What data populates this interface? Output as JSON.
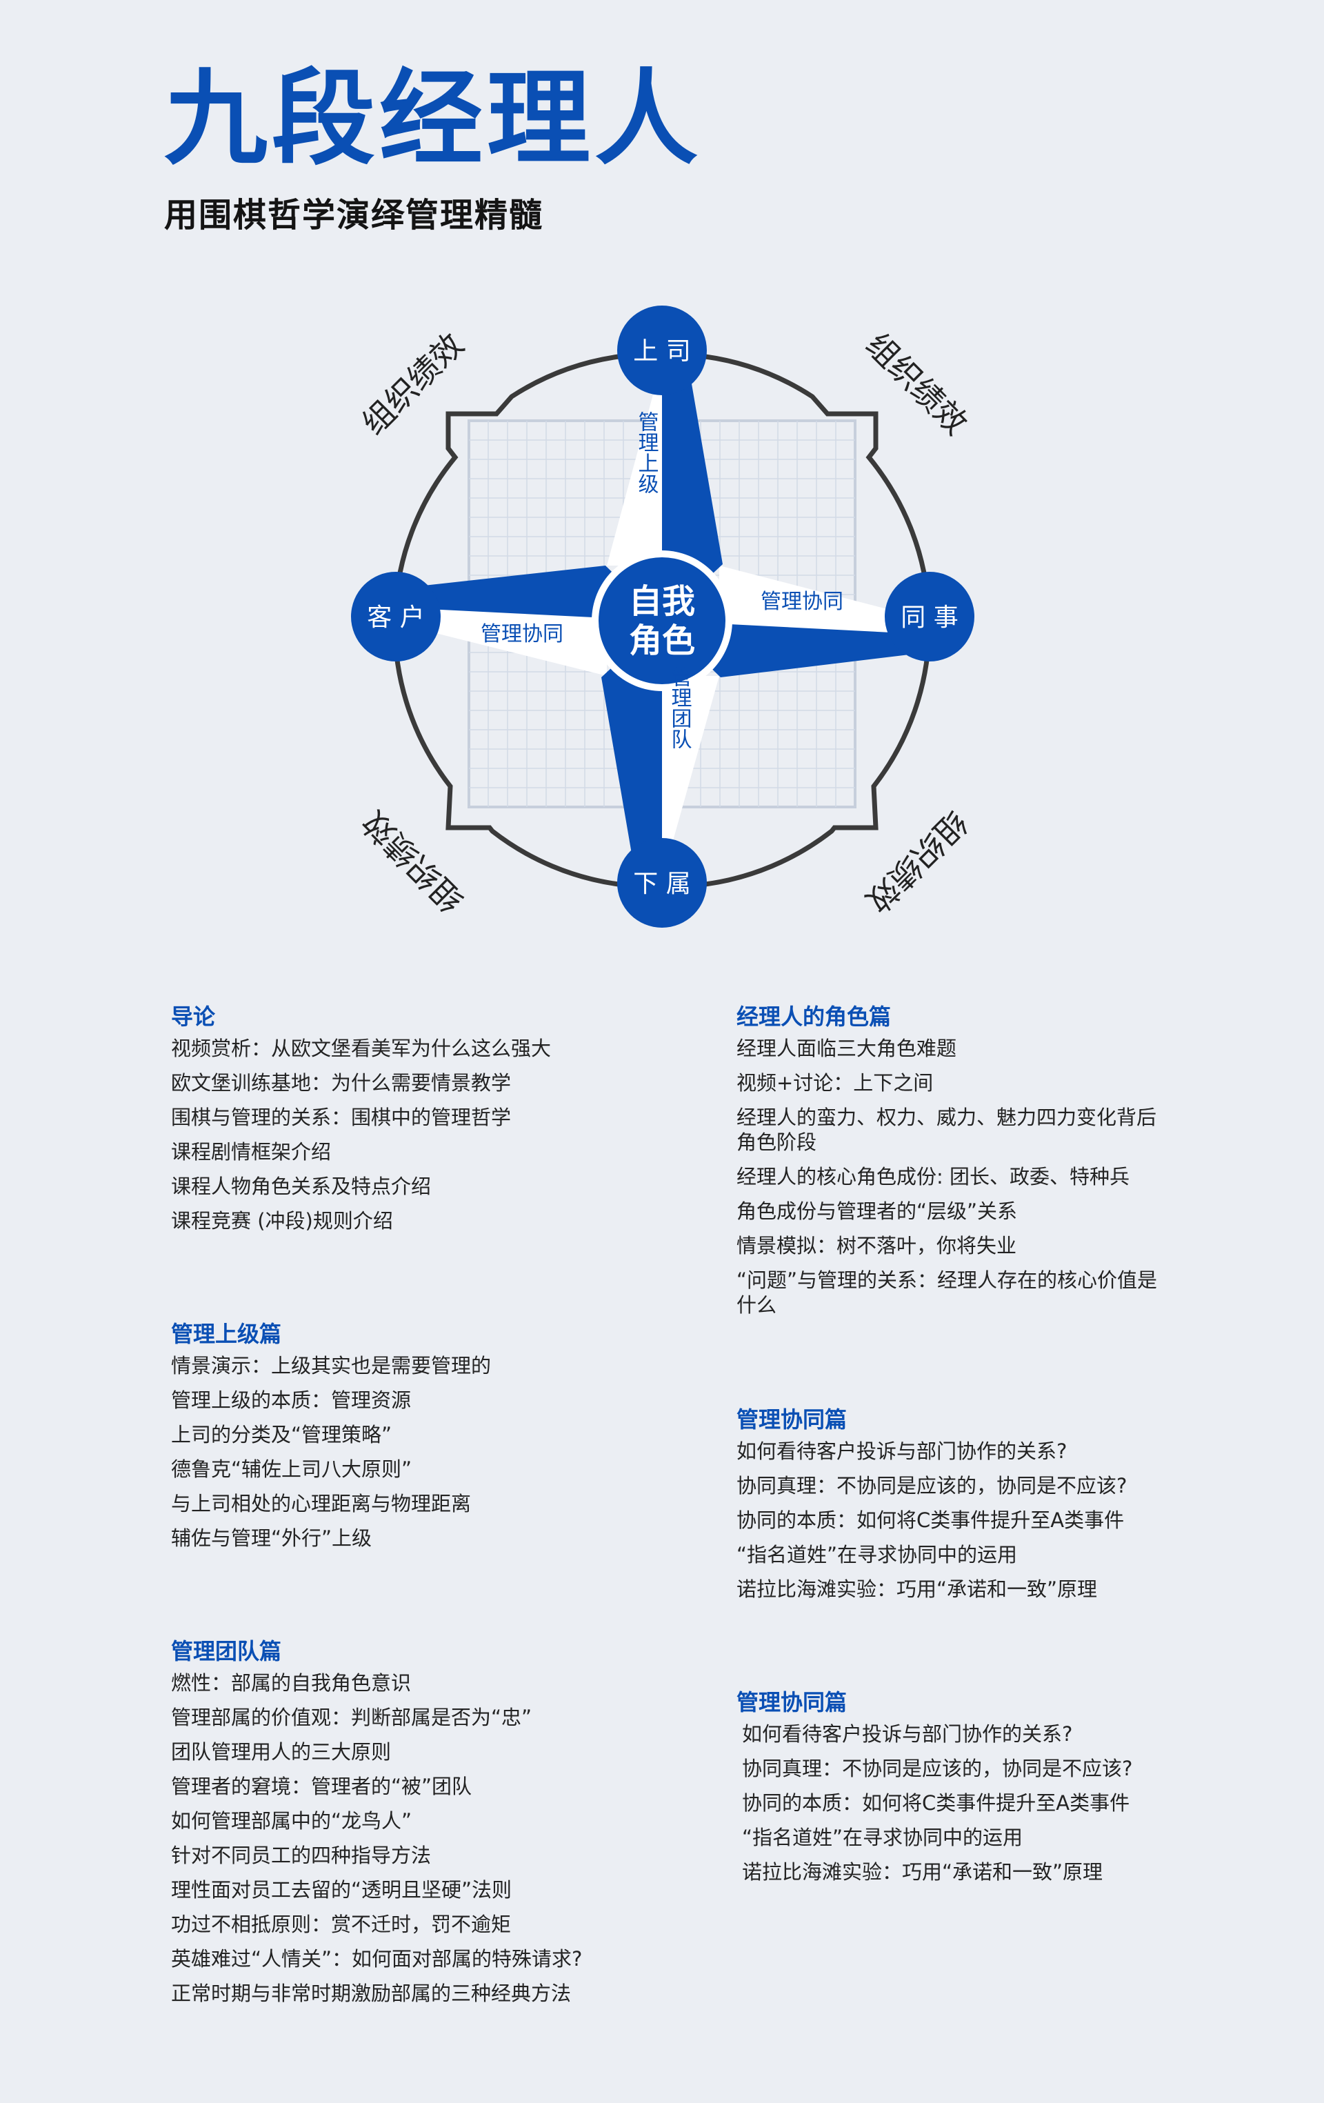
{
  "title": "九段经理人",
  "subtitle": "用围棋哲学演绎管理精髓",
  "diagram": {
    "center": [
      "自我",
      "角色"
    ],
    "top": "上 司",
    "bottom": "下 属",
    "left": "客 户",
    "right": "同 事",
    "arm_top": "管理上级",
    "arm_bottom": "管理团队",
    "arm_left": "管理协同",
    "arm_right": "管理协同",
    "corner_tl": "组织绩效",
    "corner_tr": "组织绩效",
    "corner_bl": "组织绩效",
    "corner_br": "组织绩效",
    "colors": {
      "blue": "#0a4fb4",
      "ring": "#3a3a3a",
      "grid": "#d2dae6"
    }
  },
  "sections": [
    {
      "title": "导论",
      "items": [
        "视频赏析：从欧文堡看美军为什么这么强大",
        "欧文堡训练基地：为什么需要情景教学",
        "围棋与管理的关系：围棋中的管理哲学",
        "课程剧情框架介绍",
        "课程人物角色关系及特点介绍",
        "课程竞赛 (冲段)规则介绍"
      ]
    },
    {
      "title": "管理上级篇",
      "items": [
        "情景演示：上级其实也是需要管理的",
        "管理上级的本质：管理资源",
        "上司的分类及“管理策略”",
        "德鲁克“辅佐上司八大原则”",
        "与上司相处的心理距离与物理距离",
        "辅佐与管理“外行”上级"
      ]
    },
    {
      "title": "管理团队篇",
      "items": [
        "燃性：部属的自我角色意识",
        "管理部属的价值观：判断部属是否为“忠”",
        "团队管理用人的三大原则",
        "管理者的窘境：管理者的“被”团队",
        "如何管理部属中的“龙鸟人”",
        "针对不同员工的四种指导方法",
        "理性面对员工去留的“透明且坚硬”法则",
        "功过不相抵原则：赏不迁时，罚不逾矩",
        "英雄难过“人情关”：如何面对部属的特殊请求?",
        "正常时期与非常时期激励部属的三种经典方法"
      ]
    },
    {
      "title": "经理人的角色篇",
      "items": [
        "经理人面临三大角色难题",
        "视频+讨论：上下之间",
        "经理人的蛮力、权力、威力、魅力四力变化背后角色阶段",
        "经理人的核心角色成份: 团长、政委、特种兵",
        "角色成份与管理者的“层级”关系",
        "情景模拟：树不落叶，你将失业",
        "“问题”与管理的关系：经理人存在的核心价值是什么"
      ]
    },
    {
      "title": "管理协同篇",
      "items": [
        "如何看待客户投诉与部门协作的关系?",
        "协同真理：不协同是应该的，协同是不应该?",
        "协同的本质：如何将C类事件提升至A类事件",
        "“指名道姓”在寻求协同中的运用",
        "诺拉比海滩实验：巧用“承诺和一致”原理"
      ]
    },
    {
      "title": "管理协同篇",
      "items": [
        "如何看待客户投诉与部门协作的关系?",
        "协同真理：不协同是应该的，协同是不应该?",
        "协同的本质：如何将C类事件提升至A类事件",
        "“指名道姓”在寻求协同中的运用",
        "诺拉比海滩实验：巧用“承诺和一致”原理"
      ]
    }
  ]
}
